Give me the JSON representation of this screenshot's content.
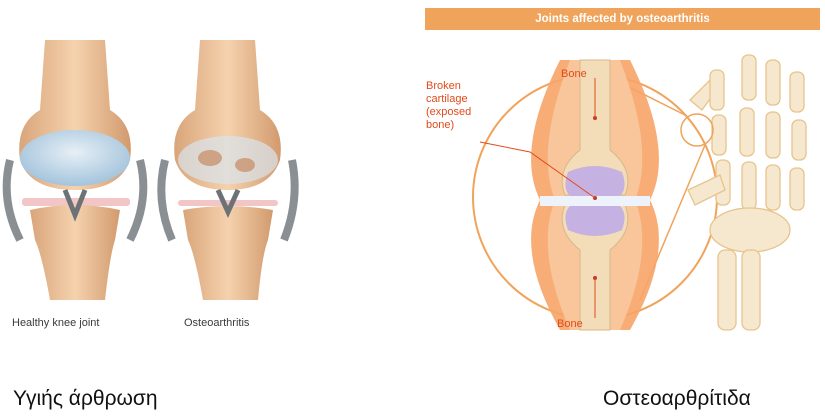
{
  "knee_panel": {
    "healthy_label": "Healthy knee joint",
    "oa_label": "Osteoarthritis"
  },
  "hand_panel": {
    "banner": "Joints affected by osteoarthritis",
    "bone_top": "Bone",
    "bone_bottom": "Bone",
    "cartilage_label_1": "Broken",
    "cartilage_label_2": "cartilage",
    "cartilage_label_3": "(exposed",
    "cartilage_label_4": "bone)"
  },
  "captions": {
    "left": "Υγιής άρθρωση",
    "right": "Οστεοαρθρίτιδα"
  },
  "colors": {
    "bone": "#f0c9a0",
    "cartilage_healthy": "#bcd9ee",
    "orange_accent": "#f0a35a",
    "label_orange": "#e04b1b"
  }
}
